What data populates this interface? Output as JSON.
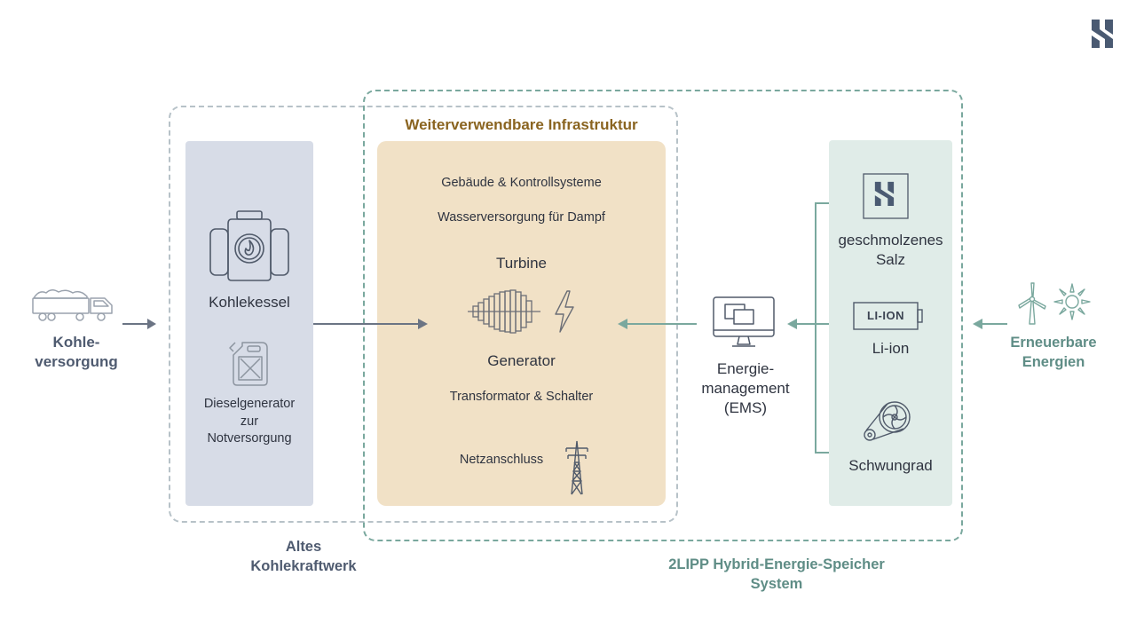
{
  "labels": {
    "kohleversorgung_l1": "Kohle-",
    "kohleversorgung_l2": "versorgung",
    "kohlekessel": "Kohlekessel",
    "dieselgenerator_l1": "Dieselgenerator",
    "dieselgenerator_l2": "zur",
    "dieselgenerator_l3": "Notversorgung",
    "infra_title": "Weiterverwendbare Infrastruktur",
    "gebaeude": "Gebäude & Kontrollsysteme",
    "wasserversorgung": "Wasserversorgung für Dampf",
    "turbine": "Turbine",
    "generator": "Generator",
    "transformator": "Transformator & Schalter",
    "netzanschluss": "Netzanschluss",
    "ems_l1": "Energie-",
    "ems_l2": "management",
    "ems_l3": "(EMS)",
    "salz_l1": "geschmolzenes",
    "salz_l2": "Salz",
    "liion_badge": "LI-ION",
    "liion": "Li-ion",
    "schwungrad": "Schwungrad",
    "erneuerbare_l1": "Erneuerbare",
    "erneuerbare_l2": "Energien",
    "altes_l1": "Altes",
    "altes_l2": "Kohlekraftwerk",
    "system_l1": "2LIPP Hybrid-Energie-Speicher",
    "system_l2": "System"
  },
  "colors": {
    "navy_label": "#4f5b70",
    "green_label": "#5f8d86",
    "infra_title": "#8a6420",
    "kohle_panel": "#d7dce7",
    "infra_panel": "#f1e1c6",
    "storage_panel": "#e0ece8",
    "logo": "#4a5a72"
  },
  "icons": [
    "logo-icon",
    "coal-truck-icon",
    "boiler-icon",
    "jerrycan-icon",
    "turbine-icon",
    "lightning-icon",
    "power-pylon-icon",
    "computer-monitor-icon",
    "molten-salt-logo-icon",
    "battery-icon",
    "flywheel-icon",
    "wind-turbine-icon",
    "sun-icon"
  ]
}
